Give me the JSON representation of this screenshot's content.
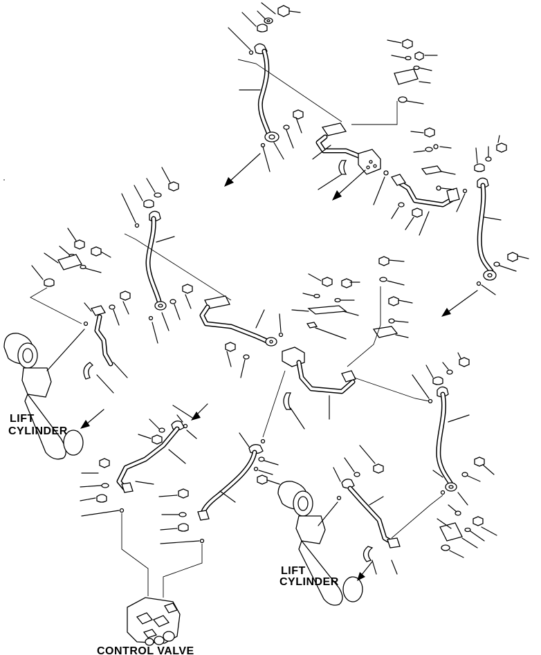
{
  "diagram": {
    "labels": {
      "lift_cylinder_left": [
        "LIFT",
        "CYLINDER"
      ],
      "lift_cylinder_right": [
        "LIFT",
        "CYLINDER"
      ],
      "control_valve": "CONTROL VALVE"
    },
    "icons": [
      "arrow-icon",
      "bolt-icon",
      "washer-icon",
      "clamp-icon",
      "hose-icon",
      "pipe-icon",
      "block-icon"
    ]
  }
}
